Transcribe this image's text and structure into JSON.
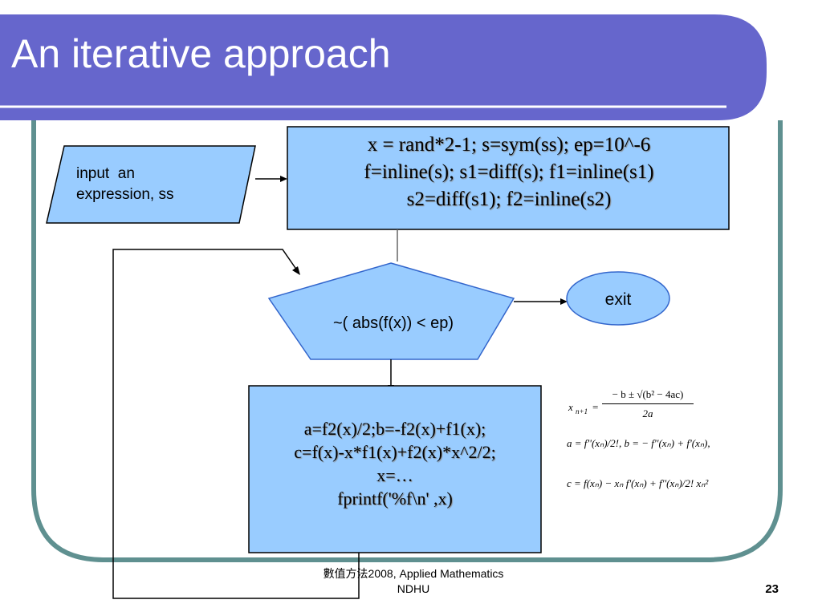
{
  "slide": {
    "title": "An iterative approach",
    "page_number": "23",
    "footer": {
      "line1": "數值方法2008, Applied Mathematics",
      "line2": "NDHU"
    }
  },
  "colors": {
    "banner": "#6666cc",
    "frame": "#5f9090",
    "box_fill": "#99ccff",
    "shape_stroke": "#3366cc"
  },
  "flowchart": {
    "input_box": {
      "line1": "input  an",
      "line2": "expression, ss"
    },
    "init_box": {
      "line1": "x = rand*2-1; s=sym(ss); ep=10^-6",
      "line2": "f=inline(s); s1=diff(s); f1=inline(s1)",
      "line3": "s2=diff(s1); f2=inline(s2)"
    },
    "condition": "~( abs(f(x)) < ep)",
    "exit": "exit",
    "update_box": {
      "line1": "a=f2(x)/2;b=-f2(x)+f1(x);",
      "line2": "c=f(x)-x*f1(x)+f2(x)*x^2/2;",
      "line3": "x=…",
      "line4": "fprintf('%f\\n' ,x)"
    }
  },
  "formulas": {
    "x_next_lhs": "x",
    "x_next_sub": "n+1",
    "x_next_num": "− b ± √(b² − 4ac)",
    "x_next_den": "2a",
    "a_line": "a = f''(xₙ)/2!, b = − f''(xₙ) + f'(xₙ),",
    "c_line": "c = f(xₙ) − xₙ f'(xₙ) + f''(xₙ)/2! xₙ²"
  }
}
